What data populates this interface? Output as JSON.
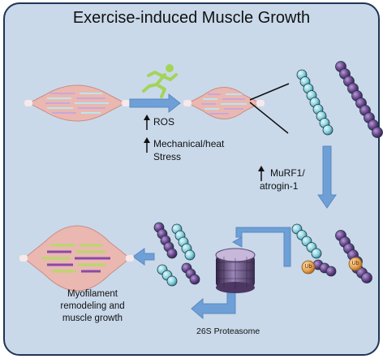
{
  "title": "Exercise-induced Muscle Growth",
  "labels": {
    "ros": "ROS",
    "mechanical": "Mechanical/heat",
    "stress": "Stress",
    "murf1": "MuRF1/",
    "atrogin": "atrogin-1",
    "outcome_line1": "Myofilament",
    "outcome_line2": "remodeling and",
    "outcome_line3": "muscle growth",
    "proteasome": "26S Proteasome",
    "ub_tag": "Ub"
  },
  "icons": [
    "runner-icon",
    "up-arrow-icon",
    "muscle-fiber",
    "proteasome-icon",
    "ubiquitin-chain"
  ],
  "colors": {
    "panel": "#c9d9ea",
    "border": "#1e3554",
    "muscle": "#eab8b0",
    "arrow": "#6e9fd6",
    "actin": "#8cd3df",
    "myosin": "#6c4690",
    "runner": "#a3d45a",
    "ubiquitin": "#e2a04e"
  }
}
